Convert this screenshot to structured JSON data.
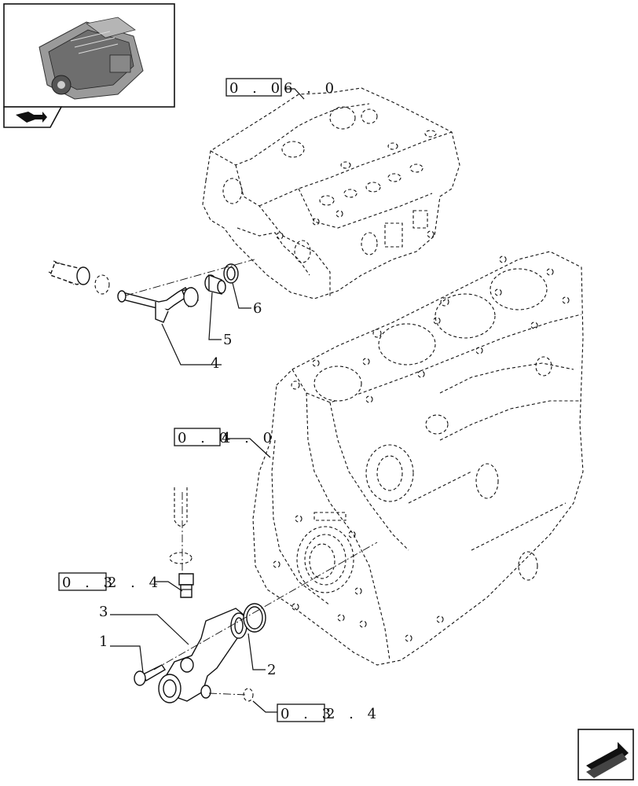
{
  "references": {
    "cylinder_head_ref": {
      "box": "0 . 0",
      "suffix": "6 . 0"
    },
    "engine_block_ref": {
      "box": "0 . 0",
      "suffix": "4 . 0"
    },
    "sensor_ref": {
      "box": "0 . 3",
      "suffix": "2 . 4"
    },
    "plug_ref": {
      "box": "0 . 3",
      "suffix": "2 . 4"
    }
  },
  "callouts": [
    "1",
    "2",
    "3",
    "4",
    "5",
    "6"
  ],
  "icons": {
    "thumbnail": "engine-thumbnail-icon",
    "page_tab": "book-arrow-icon",
    "navigation": "next-page-arrow-icon"
  }
}
